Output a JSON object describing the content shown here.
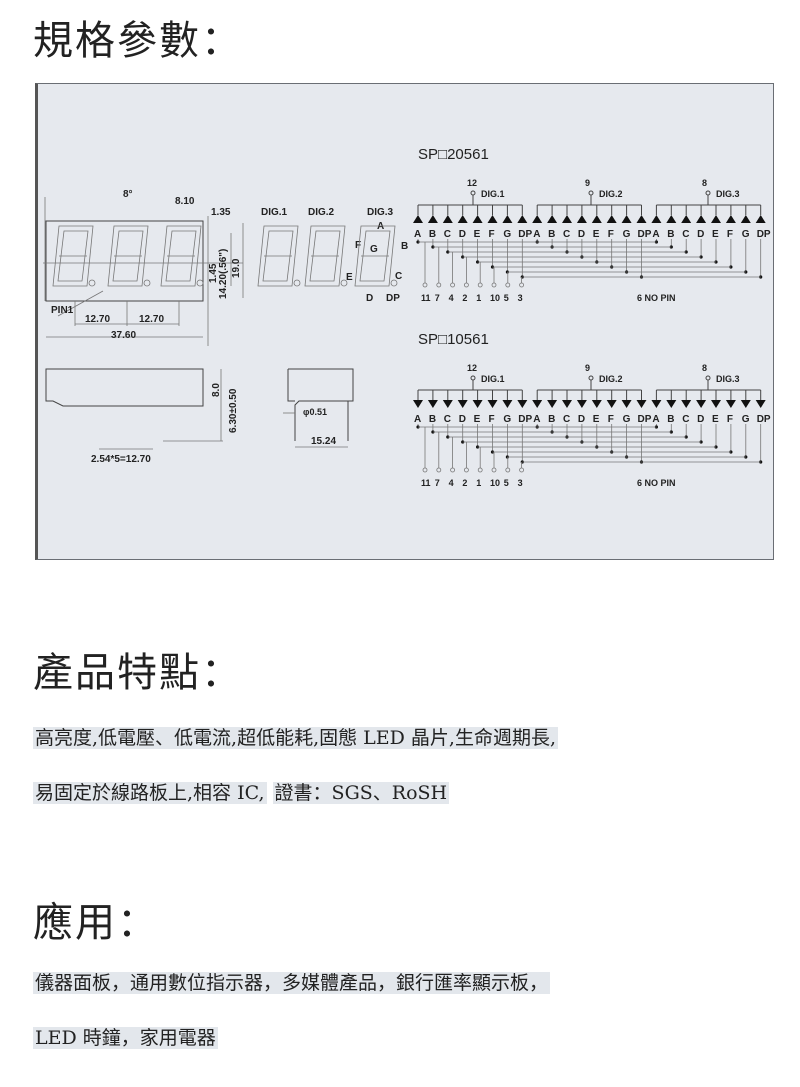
{
  "sections": {
    "specs_title": "規格參數：",
    "features_title": "產品特點：",
    "applications_title": "應用："
  },
  "features": {
    "line1": "高亮度,低電壓、低電流,超低能耗,固態 LED 晶片,生命週期長,",
    "line2a": "易固定於線路板上,相容 IC,",
    "line2b": "證書：SGS、RoSH"
  },
  "applications": {
    "line1": "儀器面板，通用數位指示器，多媒體產品，銀行匯率顯示板，",
    "line2": "LED 時鐘，家用電器"
  },
  "diagram": {
    "dims": {
      "angle": "8°",
      "width": "8.10",
      "gap": "1.35",
      "seg": "1.45",
      "height": "14.20(.56\")",
      "total_h": "19.0",
      "pin1": "PIN1",
      "pitch1": "12.70",
      "pitch2": "12.70",
      "length": "37.60",
      "depth": "8.0",
      "pin_len": "6.30±0.50",
      "pin_pitch": "2.54*5=12.70",
      "pin_dia": "φ0.51",
      "row_pitch": "15.24"
    },
    "digit_labels": [
      "DIG.1",
      "DIG.2",
      "DIG.3"
    ],
    "segment_labels": {
      "a": "A",
      "b": "B",
      "c": "C",
      "d": "D",
      "e": "E",
      "f": "F",
      "g": "G",
      "dp": "DP"
    },
    "schematics": [
      {
        "title": "SP□20561",
        "polarity": "up",
        "commons": [
          "12",
          "9",
          "8"
        ],
        "digits": [
          "DIG.1",
          "DIG.2",
          "DIG.3"
        ],
        "segments": [
          "A",
          "B",
          "C",
          "D",
          "E",
          "F",
          "G",
          "DP"
        ],
        "pins": [
          "11",
          "7",
          "4",
          "2",
          "1",
          "10",
          "5",
          "3"
        ],
        "note": "6 NO PIN"
      },
      {
        "title": "SP□10561",
        "polarity": "down",
        "commons": [
          "12",
          "9",
          "8"
        ],
        "digits": [
          "DIG.1",
          "DIG.2",
          "DIG.3"
        ],
        "segments": [
          "A",
          "B",
          "C",
          "D",
          "E",
          "F",
          "G",
          "DP"
        ],
        "pins": [
          "11",
          "7",
          "4",
          "2",
          "1",
          "10",
          "5",
          "3"
        ],
        "note": "6 NO PIN"
      }
    ]
  }
}
